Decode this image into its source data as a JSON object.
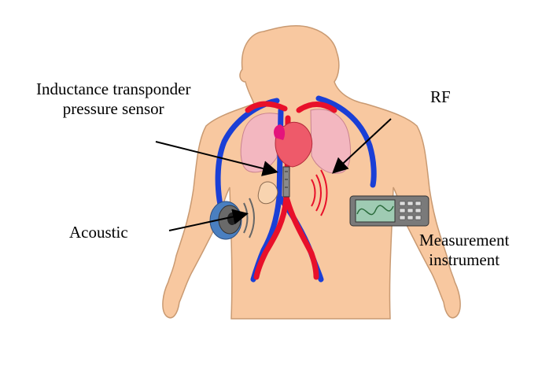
{
  "labels": {
    "sensor_line1": "Inductance transponder",
    "sensor_line2": "pressure sensor",
    "rf": "RF",
    "acoustic": "Acoustic",
    "instrument_line1": "Measurement",
    "instrument_line2": "instrument"
  },
  "colors": {
    "skin": "#f8c8a0",
    "skin_outline": "#c99a72",
    "arteries": "#e8102a",
    "veins": "#1a3fd6",
    "lungs": "#f3b7c0",
    "heart": "#ee5a6a",
    "device_screen": "#9fcbb3"
  },
  "icons": [
    "speaker-icon",
    "oscilloscope-icon",
    "sensor-icon",
    "rf-waves-icon"
  ]
}
